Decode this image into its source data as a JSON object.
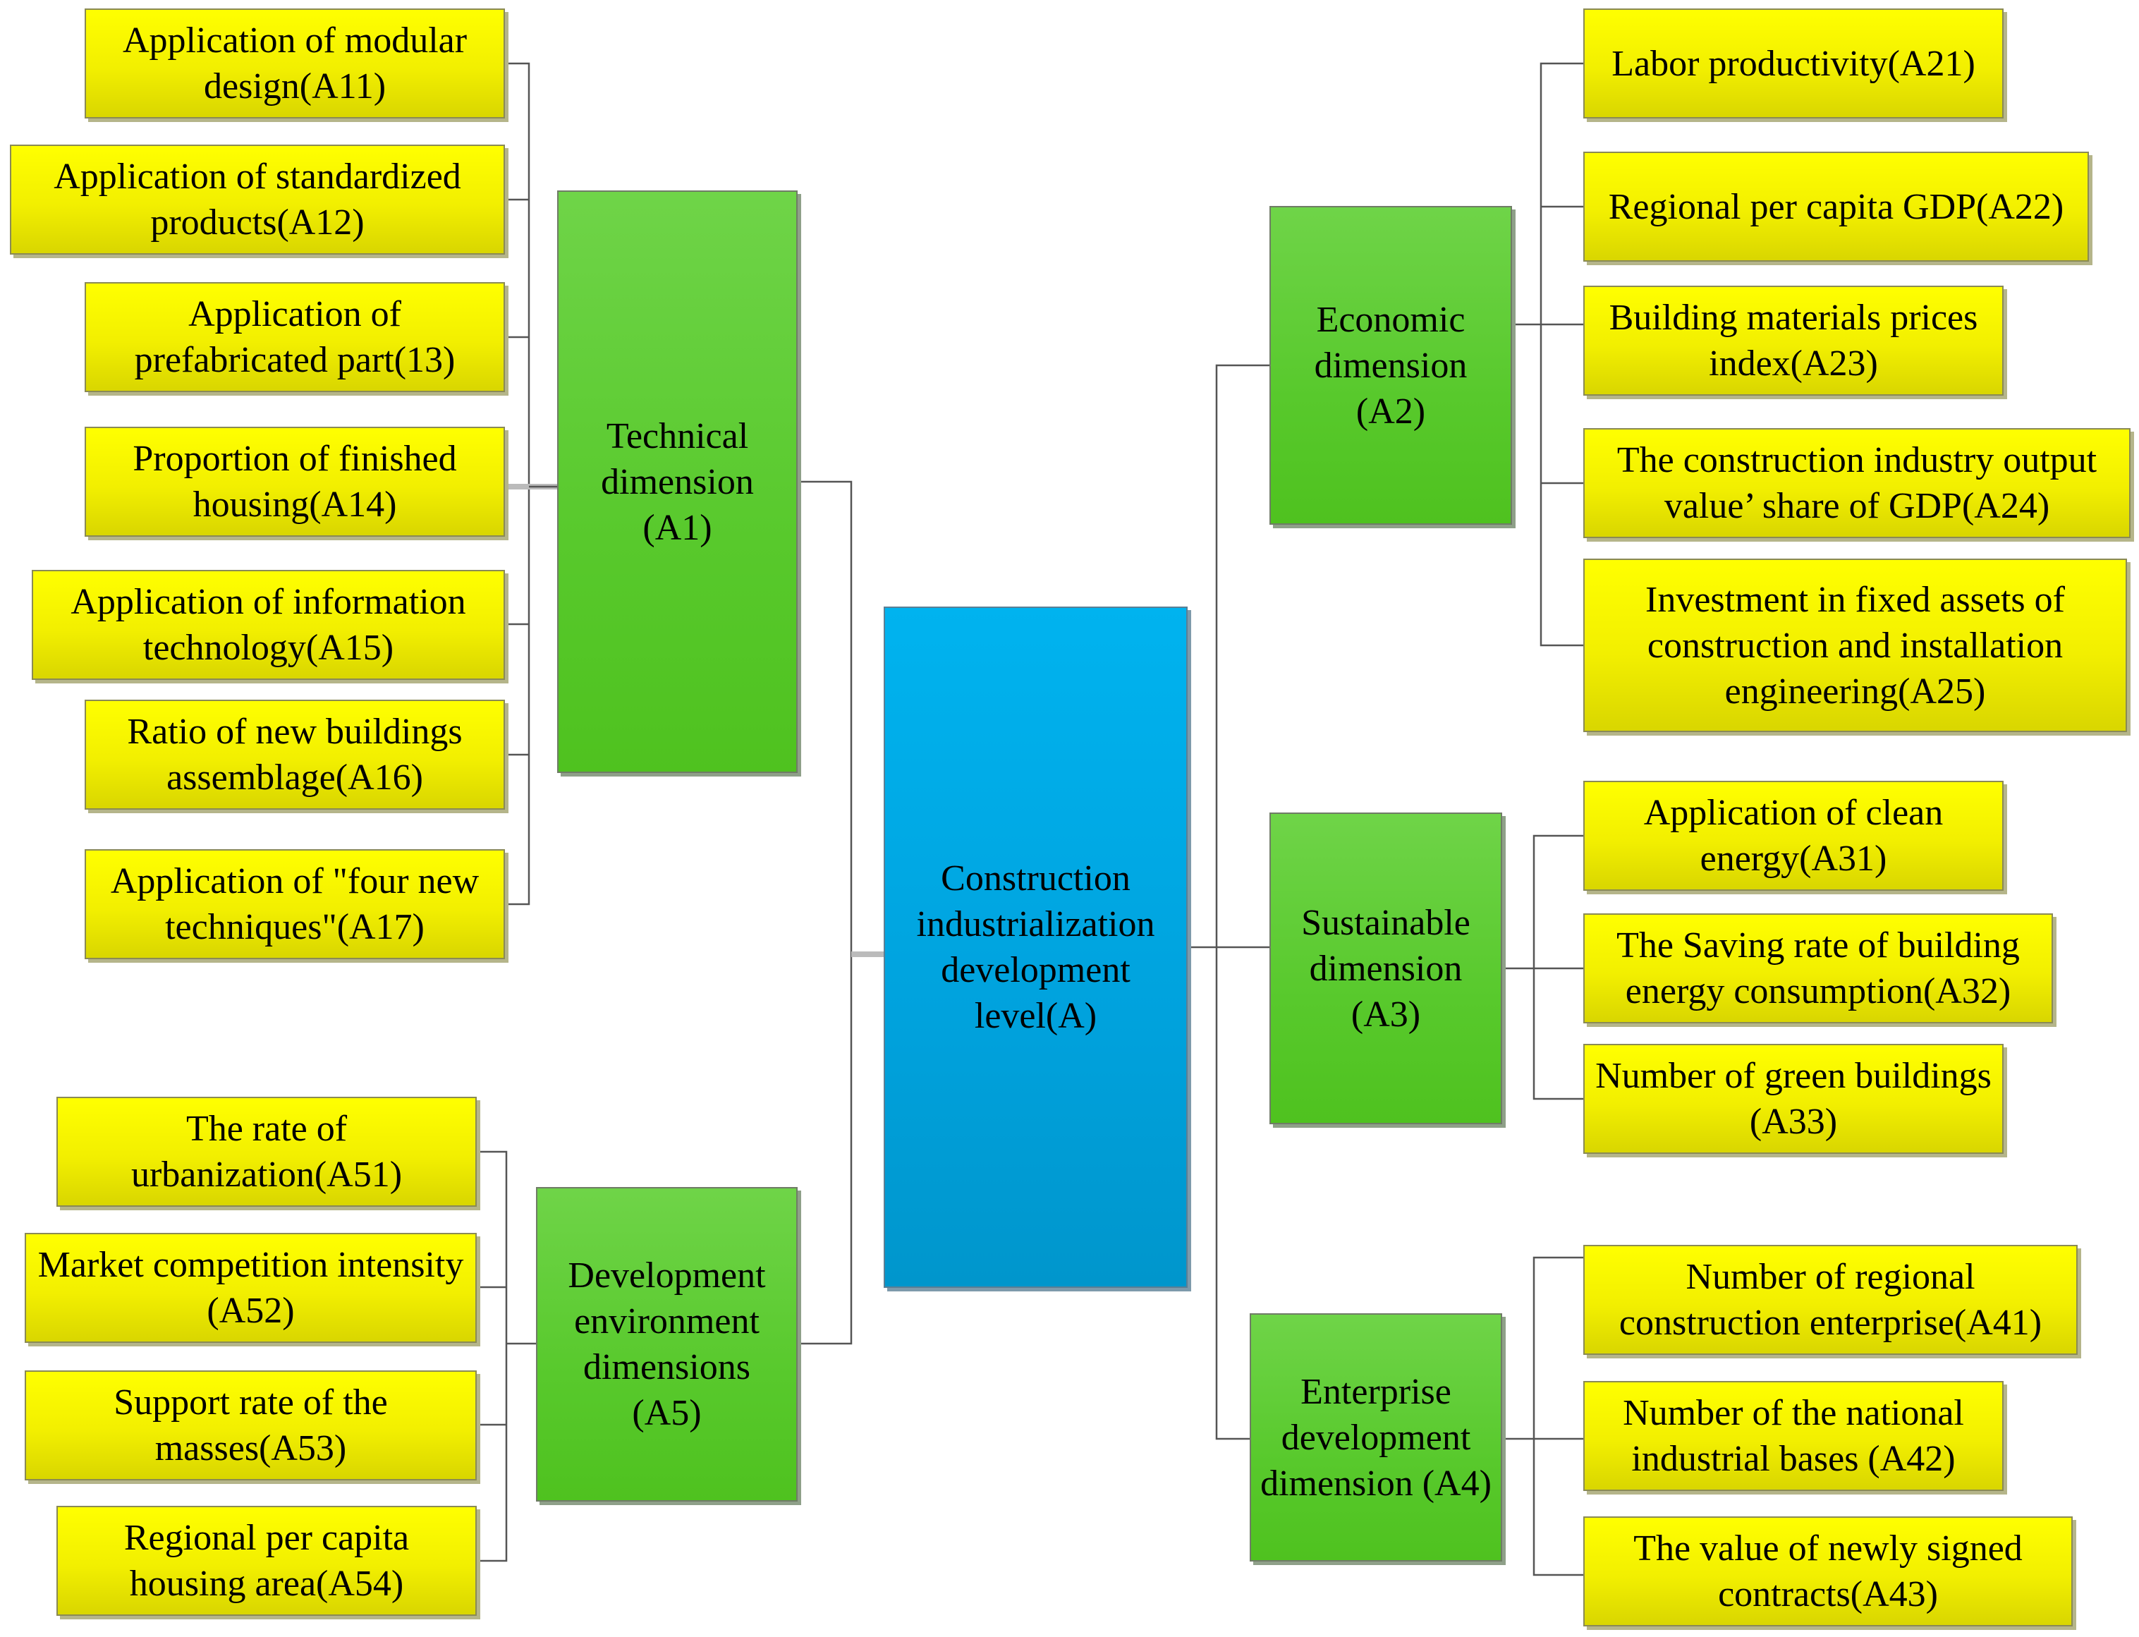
{
  "center": {
    "label": "Construction industrialization development level(A)"
  },
  "dimensions": {
    "a1": {
      "label": "Technical dimension (A1)"
    },
    "a2": {
      "label": "Economic dimension (A2)"
    },
    "a3": {
      "label": "Sustainable dimension (A3)"
    },
    "a4": {
      "label": "Enterprise development dimension (A4)"
    },
    "a5": {
      "label": "Development environment dimensions (A5)"
    }
  },
  "indicators": {
    "a11": "Application of modular design(A11)",
    "a12": "Application of standardized products(A12)",
    "a13": "Application of prefabricated part(13)",
    "a14": "Proportion of finished housing(A14)",
    "a15": "Application of information technology(A15)",
    "a16": "Ratio of new buildings assemblage(A16)",
    "a17": "Application of \"four new techniques\"(A17)",
    "a21": "Labor productivity(A21)",
    "a22": "Regional per capita GDP(A22)",
    "a23": "Building materials prices index(A23)",
    "a24": "The construction industry output value’ share of GDP(A24)",
    "a25": "Investment in fixed assets of construction and installation engineering(A25)",
    "a31": "Application of clean energy(A31)",
    "a32": "The Saving rate of building energy consumption(A32)",
    "a33": "Number of green buildings (A33)",
    "a41": "Number of regional construction enterprise(A41)",
    "a42": "Number of the national industrial bases (A42)",
    "a43": "The value of newly signed contracts(A43)",
    "a51": "The rate of urbanization(A51)",
    "a52": "Market competition intensity (A52)",
    "a53": "Support rate of the masses(A53)",
    "a54": "Regional per capita housing area(A54)"
  },
  "colors": {
    "indicator_fill": "#ffff00",
    "dimension_fill": "#58c92c",
    "center_fill": "#00a8e6",
    "connector": "#555555"
  }
}
